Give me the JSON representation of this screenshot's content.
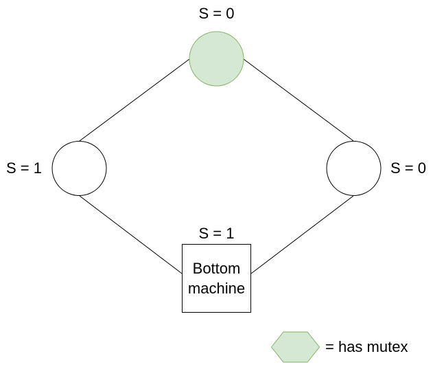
{
  "nodes": {
    "top": {
      "label": "S = 0",
      "has_mutex": true
    },
    "left": {
      "label": "S = 1",
      "has_mutex": false
    },
    "right": {
      "label": "S = 0",
      "has_mutex": false
    },
    "bottom": {
      "label": "S = 1",
      "name_line1": "Bottom",
      "name_line2": "machine",
      "has_mutex": false
    }
  },
  "legend": {
    "text": "= has mutex",
    "shape": "hexagon"
  },
  "colors": {
    "mutex_fill": "#d5e8d4",
    "mutex_stroke": "#82b366",
    "node_fill": "#ffffff",
    "node_stroke": "#000000",
    "edge": "#000000"
  }
}
